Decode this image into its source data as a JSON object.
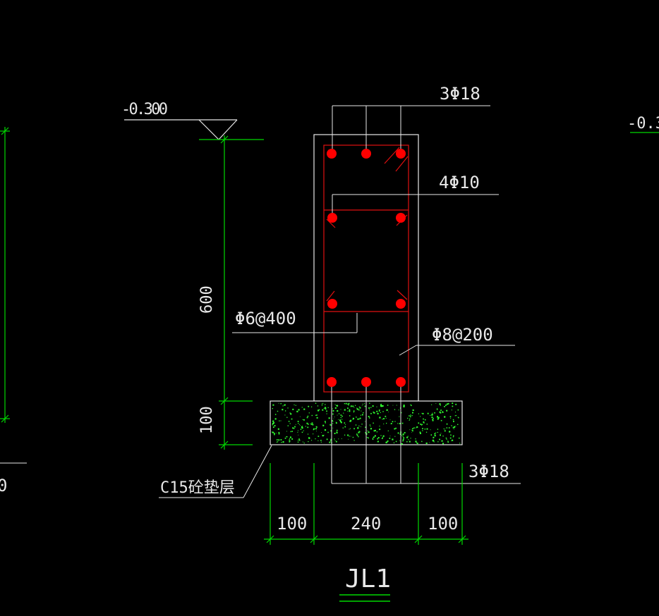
{
  "drawing": {
    "title": "JL1",
    "colors": {
      "background": "#000000",
      "outline": "#e8e8e8",
      "dimension": "#00d800",
      "rebar": "#ff0000",
      "stirrup": "#e01010",
      "concrete_speckle": "#30ff30"
    },
    "labels": {
      "elevation_left": "-0.300",
      "elevation_right_partial": "-0.3",
      "top_bars": "3Φ18",
      "waist_bars": "4Φ10",
      "tie_bar": "Φ6@400",
      "stirrup": "Φ8@200",
      "bottom_bars": "3Φ18",
      "cushion": "C15砼垫层",
      "left_edge_partial": "0"
    },
    "dimensions": {
      "height_beam": "600",
      "height_cushion": "100",
      "width_left": "100",
      "width_mid": "240",
      "width_right": "100"
    }
  }
}
